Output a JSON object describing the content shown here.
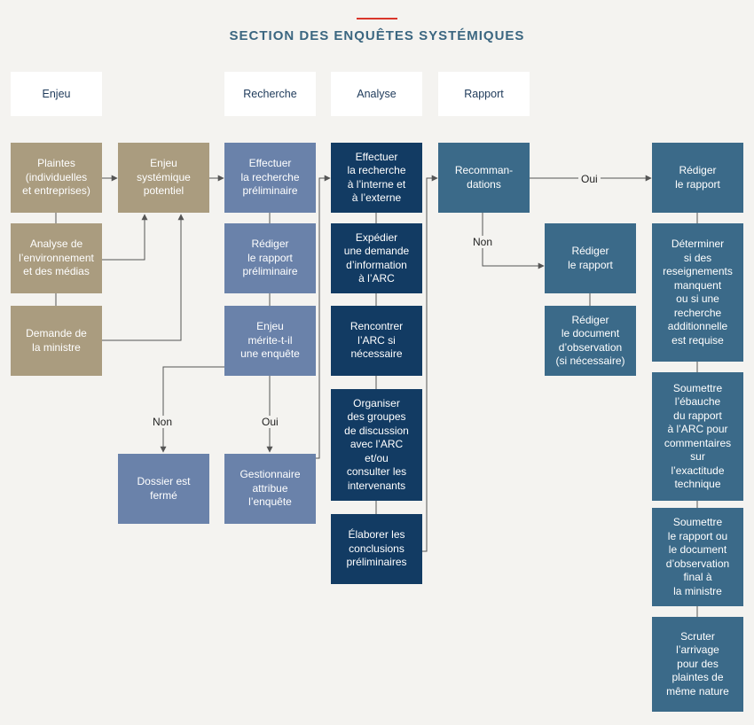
{
  "title": "SECTION DES ENQUÊTES SYSTÉMIQUES",
  "headers": [
    "Enjeu",
    "Recherche",
    "Analyse",
    "Rapport"
  ],
  "boxes": {
    "plaintes": "Plaintes\n(individuelles\net entreprises)",
    "enjeu_potentiel": "Enjeu\nsystémique\npotentiel",
    "analyse_env": "Analyse de\nl’environnement\net des médias",
    "demande_ministre": "Demande de\nla ministre",
    "effectuer_prelim": "Effectuer\nla recherche\npréliminaire",
    "rediger_prelim": "Rédiger\nle rapport\npréliminaire",
    "enjeu_merite": "Enjeu\nmérite-t-il\nune enquête",
    "dossier_ferme": "Dossier est\nfermé",
    "gestionnaire": "Gestionnaire\nattribue\nl’enquête",
    "effectuer_interne": "Effectuer\nla recherche\nà l’interne et\nà l’externe",
    "expedier": "Expédier\nune demande\nd’information\nà l’ARC",
    "rencontrer": "Rencontrer\nl’ARC si\nnécessaire",
    "organiser": "Organiser\ndes groupes\nde discussion\navec l’ARC\net/ou\nconsulter les\nintervenants",
    "elaborer": "Élaborer les\nconclusions\npréliminaires",
    "recommandations": "Recomman-\ndations",
    "rediger_non": "Rédiger\nle rapport",
    "rediger_document": "Rédiger\nle document\nd’observation\n(si nécessaire)",
    "rediger_oui": "Rédiger\nle rapport",
    "determiner": "Déterminer\nsi des\nreseignements\nmanquent\nou si une\nrecherche\nadditionnelle\nest requise",
    "soumettre_ebauche": "Soumettre\nl’ébauche\ndu rapport\nà l’ARC pour\ncommentaires\nsur\nl’exactitude\ntechnique",
    "soumettre_final": "Soumettre\nle rapport ou\nle document\nd’observation\nfinal à\nla ministre",
    "scruter": "Scruter\nl’arrivage\npour des\nplaintes de\nmême nature"
  },
  "labels": {
    "non_left": "Non",
    "oui_left": "Oui",
    "non_right": "Non",
    "oui_right": "Oui"
  },
  "colors": {
    "tan": "#aa9c7f",
    "medium_blue": "#6a82aa",
    "dark_navy": "#123b63",
    "teal": "#3b6a89",
    "accent_red": "#d9362b",
    "title": "#3b6680"
  }
}
